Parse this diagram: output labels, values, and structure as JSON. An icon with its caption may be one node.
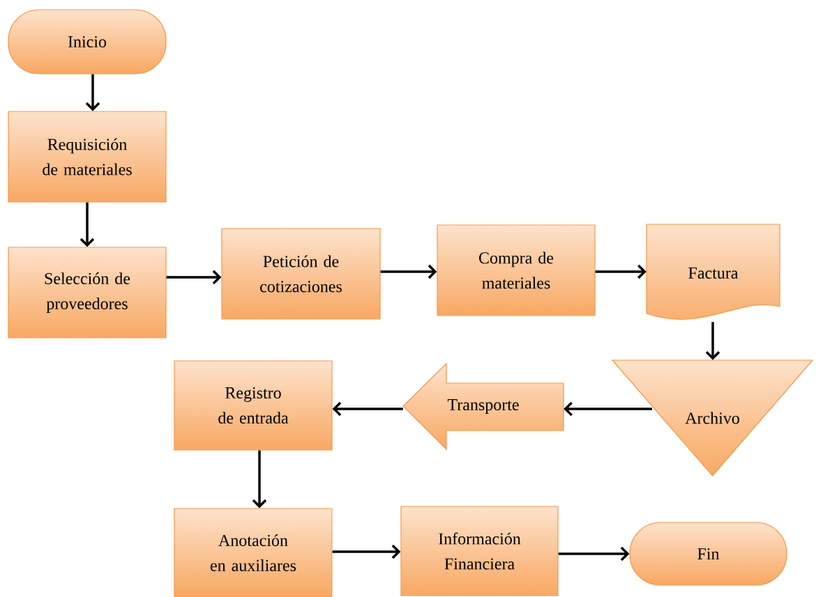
{
  "diagram": {
    "nodes": [
      {
        "text": [
          "Inicio"
        ]
      },
      {
        "text": [
          "Requisición de materiales"
        ]
      },
      {
        "text": [
          "Selección de proveedores"
        ]
      },
      {
        "text": [
          "Petición de cotizaciones"
        ]
      },
      {
        "text": [
          "Compra de materiales"
        ]
      },
      {
        "text": [
          "Factura"
        ]
      },
      {
        "text": [
          "Archivo"
        ]
      },
      {
        "text": [
          "Transporte"
        ]
      },
      {
        "text": [
          "Registro de entrada"
        ]
      },
      {
        "text": [
          "Anotación en auxiliares"
        ]
      },
      {
        "text": [
          "Información Financiera"
        ]
      },
      {
        "text": [
          "Fin"
        ]
      }
    ],
    "edges": [
      {
        "from": 0,
        "to": 1,
        "arrow": "to"
      },
      {
        "from": 1,
        "to": 2,
        "arrow": "to"
      },
      {
        "from": 2,
        "to": 3,
        "arrow": "to"
      },
      {
        "from": 3,
        "to": 4,
        "arrow": "to"
      },
      {
        "from": 4,
        "to": 5,
        "arrow": "to"
      },
      {
        "from": 5,
        "to": 6,
        "arrow": "to"
      },
      {
        "from": 6,
        "to": 7,
        "arrow": "to"
      },
      {
        "from": 7,
        "to": 8,
        "arrow": "to"
      },
      {
        "from": 8,
        "to": 9,
        "arrow": "to"
      },
      {
        "from": 9,
        "to": 10,
        "arrow": "to"
      },
      {
        "from": 10,
        "to": 11,
        "arrow": "to"
      }
    ]
  }
}
